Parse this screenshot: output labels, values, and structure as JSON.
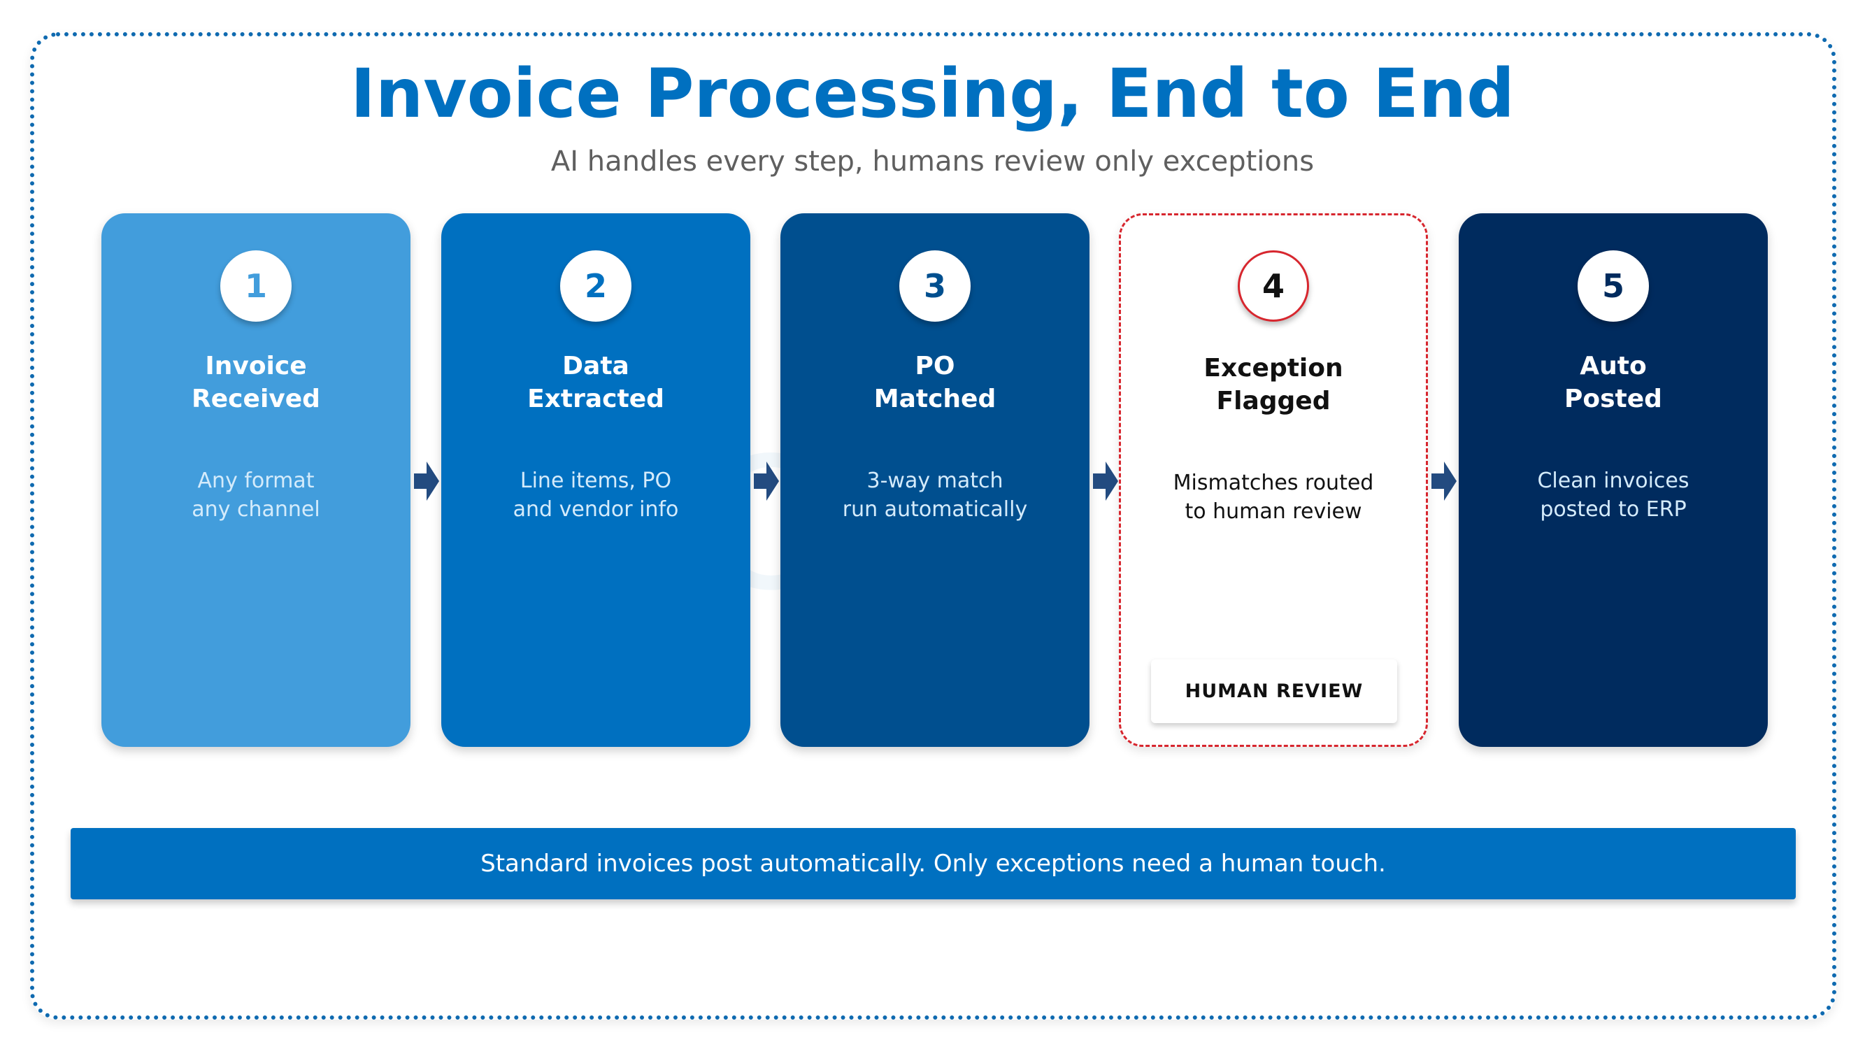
{
  "header": {
    "title": "Invoice Processing, End to End",
    "subtitle": "AI handles every step, humans review only exceptions"
  },
  "watermark": "ON",
  "steps": [
    {
      "number": "1",
      "heading_line1": "Invoice",
      "heading_line2": "Received",
      "desc_line1": "Any format",
      "desc_line2": "any channel",
      "color": "#429ddc",
      "number_color": "#429ddc"
    },
    {
      "number": "2",
      "heading_line1": "Data",
      "heading_line2": "Extracted",
      "desc_line1": "Line items, PO",
      "desc_line2": "and vendor info",
      "color": "#0070c0",
      "number_color": "#0070c0"
    },
    {
      "number": "3",
      "heading_line1": "PO",
      "heading_line2": "Matched",
      "desc_line1": "3-way match",
      "desc_line2": "run automatically",
      "color": "#004f8f",
      "number_color": "#004f8f"
    },
    {
      "number": "4",
      "heading_line1": "Exception",
      "heading_line2": "Flagged",
      "desc_line1": "Mismatches routed",
      "desc_line2": "to human review",
      "color": "#ffffff",
      "number_color": "#111111",
      "badge": "HUMAN REVIEW",
      "border_color": "#d7262e"
    },
    {
      "number": "5",
      "heading_line1": "Auto",
      "heading_line2": "Posted",
      "desc_line1": "Clean invoices",
      "desc_line2": "posted to ERP",
      "color": "#002b5e",
      "number_color": "#002b5e"
    }
  ],
  "arrow_color": "#234b80",
  "footer": {
    "banner_text": "Standard invoices post automatically. Only exceptions need a human touch."
  }
}
